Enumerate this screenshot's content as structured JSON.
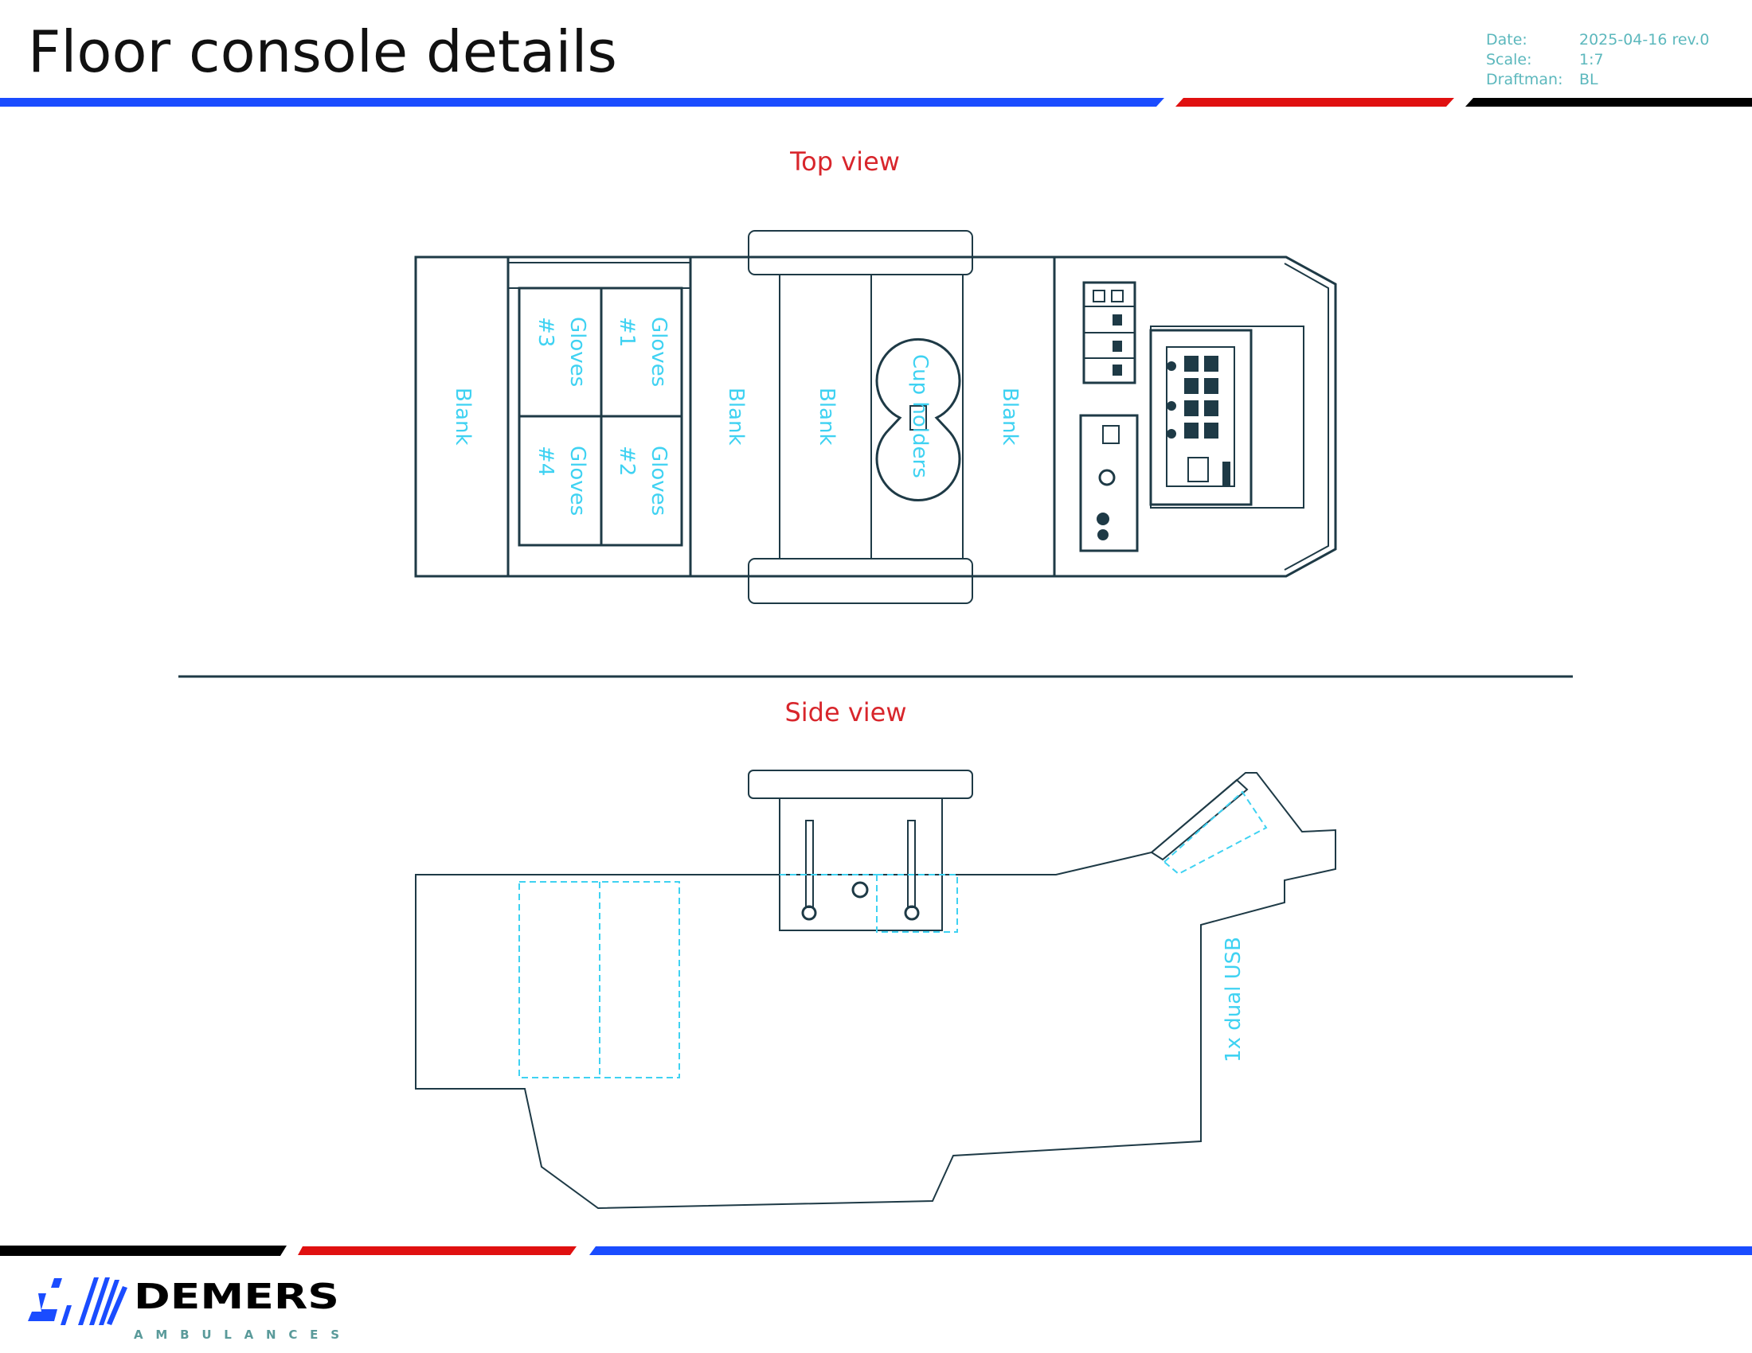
{
  "header": {
    "title": "Floor console details",
    "meta": [
      {
        "label": "Date:",
        "value": "2025-04-16 rev.0"
      },
      {
        "label": "Scale:",
        "value": "1:7"
      },
      {
        "label": "Draftman:",
        "value": "BL"
      }
    ],
    "stripe_colors": {
      "blue": "#1a4cff",
      "red": "#e01010",
      "black": "#000000"
    }
  },
  "top_view": {
    "title": "Top view",
    "labels": {
      "blank_1": "Blank",
      "gloves_3": [
        "Gloves",
        "#3"
      ],
      "gloves_1": [
        "Gloves",
        "#1"
      ],
      "gloves_4": [
        "Gloves",
        "#4"
      ],
      "gloves_2": [
        "Gloves",
        "#2"
      ],
      "blank_2": "Blank",
      "blank_3": "Blank",
      "cup_holders": "Cup holders",
      "blank_4": "Blank"
    }
  },
  "side_view": {
    "title": "Side view",
    "usb_label": "1x dual USB"
  },
  "footer": {
    "logo_name": "DEMERS",
    "logo_sub": "AMBULANCES"
  }
}
